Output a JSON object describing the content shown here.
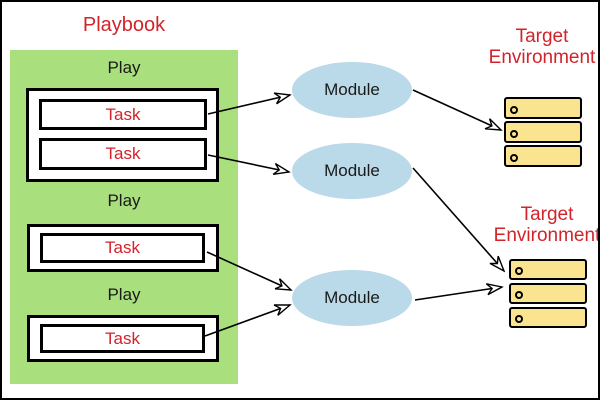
{
  "diagram": {
    "title": "Playbook",
    "plays": [
      {
        "label": "Play",
        "tasks": [
          "Task",
          "Task"
        ]
      },
      {
        "label": "Play",
        "tasks": [
          "Task"
        ]
      },
      {
        "label": "Play",
        "tasks": [
          "Task"
        ]
      }
    ],
    "modules": [
      "Module",
      "Module",
      "Module"
    ],
    "targets": [
      {
        "line1": "Target",
        "line2": "Environment",
        "drives": 3
      },
      {
        "line1": "Target",
        "line2": "Environment",
        "drives": 3
      }
    ],
    "colors": {
      "green": "#A9DF7D",
      "blue": "#BAD9E9",
      "yellow": "#FAE48F",
      "red": "#D2232A"
    }
  }
}
